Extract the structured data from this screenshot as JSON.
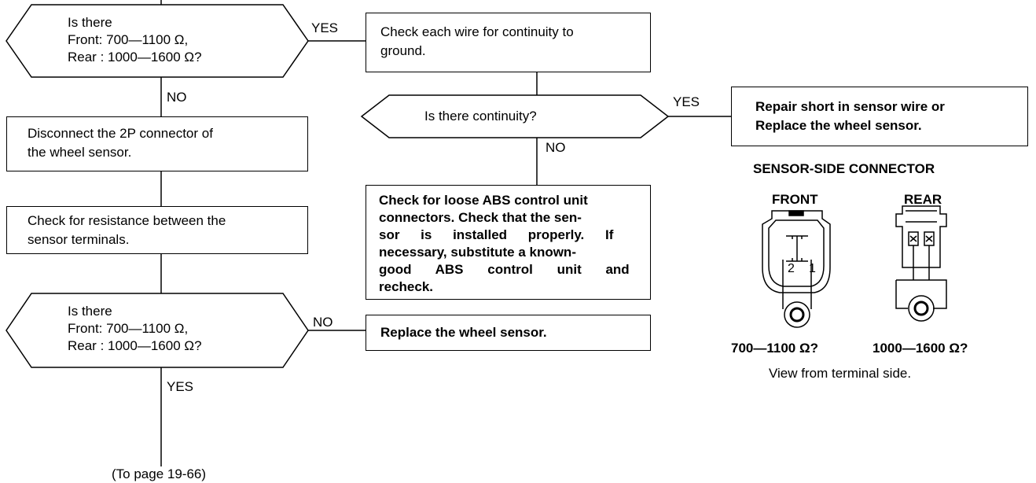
{
  "flow": {
    "decision_1": {
      "line1": "Is there",
      "line2": "Front: 700—1100 Ω,",
      "line3": "Rear : 1000—1600 Ω?"
    },
    "decision_1_yes": "YES",
    "decision_1_no": "NO",
    "check_continuity_box": {
      "line1": "Check each wire for continuity to",
      "line2": "ground."
    },
    "decision_continuity": "Is there continuity?",
    "decision_continuity_yes": "YES",
    "decision_continuity_no": "NO",
    "repair_box": {
      "line1": "Repair short in sensor wire or",
      "line2": "Replace the wheel sensor."
    },
    "disconnect_box": {
      "line1": "Disconnect the 2P connector of",
      "line2": "the wheel sensor."
    },
    "resistance_box": {
      "line1": "Check for resistance between the",
      "line2": "sensor terminals."
    },
    "loose_box": {
      "line1": "Check for loose ABS control unit",
      "line2": "connectors. Check that the sen-",
      "line3": "sor is installed properly. If",
      "line4": "necessary, substitute a known-",
      "line5": "good ABS control unit and",
      "line6": "recheck."
    },
    "decision_2": {
      "line1": "Is there",
      "line2": "Front: 700—1100 Ω,",
      "line3": "Rear : 1000—1600 Ω?"
    },
    "decision_2_yes": "YES",
    "decision_2_no": "NO",
    "replace_box": "Replace the wheel sensor.",
    "to_page": "(To page 19-66)"
  },
  "connector": {
    "title": "SENSOR-SIDE CONNECTOR",
    "front_label": "FRONT",
    "rear_label": "REAR",
    "front_pin_2": "2",
    "front_pin_1": "1",
    "front_value": "700—1100 Ω?",
    "rear_value": "1000—1600 Ω?",
    "caption": "View from terminal side."
  }
}
